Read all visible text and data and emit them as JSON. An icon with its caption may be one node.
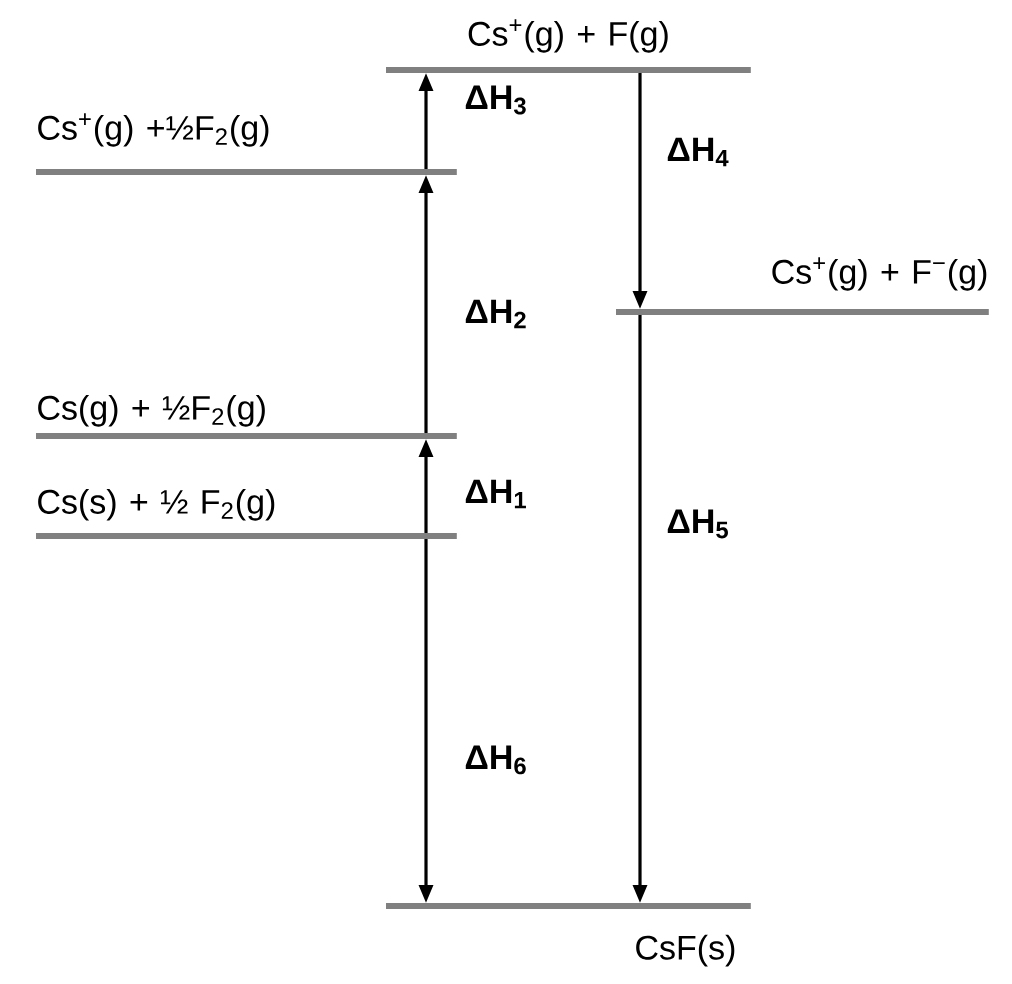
{
  "diagram": {
    "nodes": [
      {
        "text": [
          "Cs$^{+}$(g) + F(g)"
        ]
      },
      {
        "text": [
          "Cs$^{+}$(g) +½F$_{2}$(g)"
        ]
      },
      {
        "text": [
          "Cs$^{+}$(g) + F$^{−}$(g)"
        ]
      },
      {
        "text": [
          "Cs(g) + ½F$_{2}$(g)"
        ]
      },
      {
        "text": [
          "Cs(s) + ½ F$_{2}$(g)"
        ]
      },
      {
        "text": [
          "CsF(s)"
        ]
      }
    ],
    "edges": [
      {
        "from": 4,
        "to": 3,
        "arrow": "to",
        "label": "ΔH$_{1}$"
      },
      {
        "from": 3,
        "to": 1,
        "arrow": "to",
        "label": "ΔH$_{2}$"
      },
      {
        "from": 1,
        "to": 0,
        "arrow": "to",
        "label": "ΔH$_{3}$"
      },
      {
        "from": 0,
        "to": 2,
        "arrow": "to",
        "label": "ΔH$_{4}$"
      },
      {
        "from": 2,
        "to": 5,
        "arrow": "to",
        "label": "ΔH$_{5}$"
      },
      {
        "from": 4,
        "to": 5,
        "arrow": "to",
        "label": "ΔH$_{6}$"
      }
    ]
  }
}
